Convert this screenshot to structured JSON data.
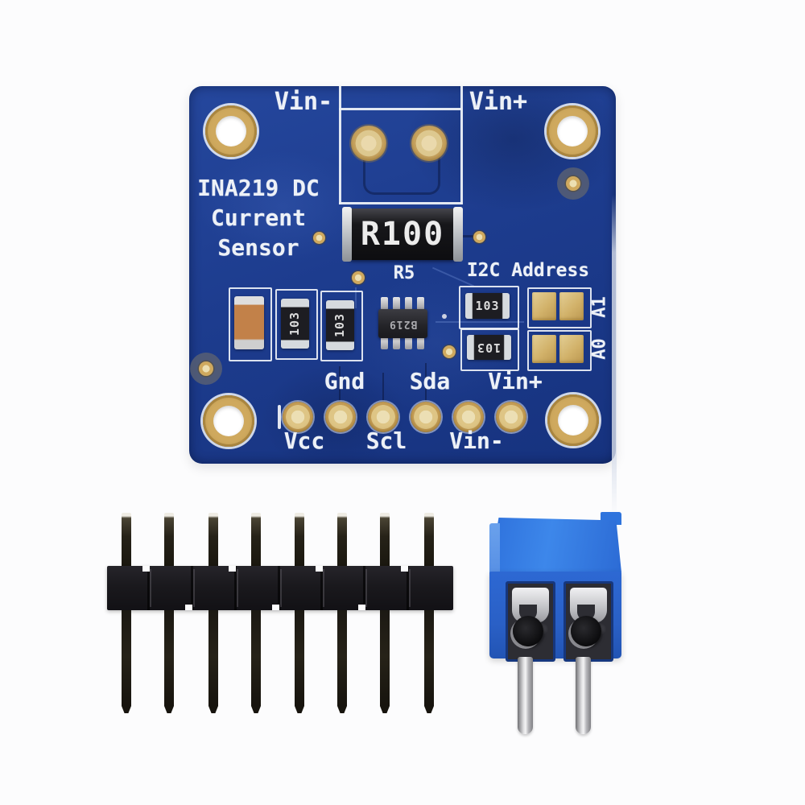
{
  "scene": {
    "description": "INA219 DC current sensor breakout board kit with 8-pin male header strip and 2-position screw terminal block on white background",
    "background_color": "#fcfcfd"
  },
  "board": {
    "silkscreen": {
      "top_left_label": "Vin-",
      "top_right_label": "Vin+",
      "title_lines": [
        "INA219 DC",
        "Current",
        "Sensor"
      ],
      "r5_label": "R5",
      "i2c_address_label": "I2C Address",
      "jumper_a1_label": "A1",
      "jumper_a0_label": "A0"
    },
    "components": {
      "shunt_resistor_marking": "R100",
      "ic_marking": "B219",
      "resistor_markings": [
        "103",
        "103",
        "103",
        "103"
      ]
    },
    "pin_row": {
      "top_labels": [
        "Gnd",
        "Sda",
        "Vin+"
      ],
      "bottom_labels": [
        "Vcc",
        "Scl",
        "Vin-"
      ]
    },
    "colors": {
      "pcb_blue": "#1d3c8e",
      "silkscreen": "#edf1f7",
      "pad_gold": "#c7a35f",
      "shunt_body": "#141416",
      "capacitor_tan": "#c28149"
    }
  },
  "header_strip": {
    "pin_count": 8,
    "colors": {
      "plastic": "#1a191d",
      "pin_dark_gold": "#262218"
    }
  },
  "terminal_block": {
    "position_count": 2,
    "colors": {
      "body_blue": "#2a60c6",
      "top_blue": "#3d87ea",
      "pin_silver": "#dddddf"
    }
  }
}
